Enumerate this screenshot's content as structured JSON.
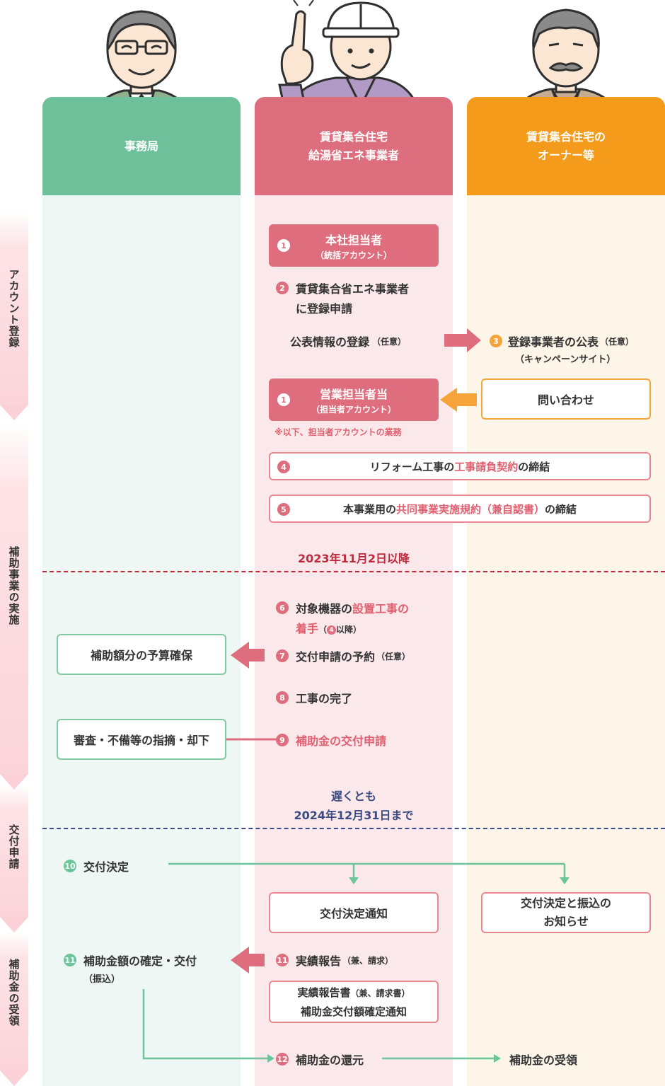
{
  "columns": [
    {
      "label": "事務局",
      "color": "#6dc09a",
      "bg": "#eff7f4"
    },
    {
      "label": "賃貸集合住宅\n給湯省エネ事業者",
      "color": "#dd6e7e",
      "bg": "#fbe8ea"
    },
    {
      "label": "賃貸集合住宅の\nオーナー等",
      "color": "#f59b1b",
      "bg": "#fdf5e8"
    }
  ],
  "phases": [
    "アカウント登録",
    "補助事業の実施",
    "交付申請",
    "補助金の受領"
  ],
  "steps": {
    "s1a": {
      "num": "1",
      "title": "本社担当者",
      "sub": "（統括アカウント）"
    },
    "s2": {
      "num": "2",
      "line1": "賃貸集合省エネ事業者",
      "line2": "に登録申請"
    },
    "public_reg": {
      "text": "公表情報の登録",
      "note": "（任意）"
    },
    "s3": {
      "num": "3",
      "text": "登録事業者の公表",
      "note": "（任意）",
      "sub": "（キャンペーンサイト）"
    },
    "s1b": {
      "num": "1",
      "title": "営業担当者当",
      "sub": "（担当者アカウント）"
    },
    "inquiry": {
      "text": "問い合わせ"
    },
    "s1b_note": {
      "text": "※以下、担当者アカウントの業務"
    },
    "s4": {
      "num": "4",
      "pre": "リフォーム工事の",
      "hl": "工事請負契約",
      "post": "の締結"
    },
    "s5": {
      "num": "5",
      "pre": "本事業用の",
      "hl": "共同事業実施規約（兼自認書）",
      "post": "の締結"
    },
    "date1": {
      "text": "2023年11月2日以降"
    },
    "s6": {
      "num": "6",
      "pre": "対象機器の",
      "hl": "設置工事の",
      "hl2": "着手",
      "note_pre": "（",
      "note_num": "4",
      "note_post": "以降）"
    },
    "budget": {
      "text": "補助額分の予算確保"
    },
    "s7": {
      "num": "7",
      "text": "交付申請の予約",
      "note": "（任意）"
    },
    "s8": {
      "num": "8",
      "text": "工事の完了"
    },
    "review": {
      "text": "審査・不備等の指摘・却下"
    },
    "s9": {
      "num": "9",
      "text": "補助金の交付申請"
    },
    "date2": {
      "line1": "遅くとも",
      "line2": "2024年12月31日まで"
    },
    "s10": {
      "num": "10",
      "text": "交付決定"
    },
    "notice": {
      "text": "交付決定通知"
    },
    "owner_notice": {
      "line1": "交付決定と振込の",
      "line2": "お知らせ"
    },
    "s11a": {
      "num": "11",
      "text": "補助金額の確定・交付",
      "sub": "（振込）"
    },
    "s11b": {
      "num": "11",
      "text": "実績報告",
      "note": "（兼、請求）"
    },
    "report": {
      "line1": "実績報告書",
      "note": "（兼、請求書）",
      "line2": "補助金交付額確定通知"
    },
    "s12": {
      "num": "12",
      "text": "補助金の還元"
    },
    "receive": {
      "text": "補助金の受領"
    }
  },
  "colors": {
    "pink": "#de6e7e",
    "orange": "#f6a33a",
    "green": "#6cc49a",
    "date_red": "#c0283c",
    "date_navy": "#3b4a80"
  }
}
